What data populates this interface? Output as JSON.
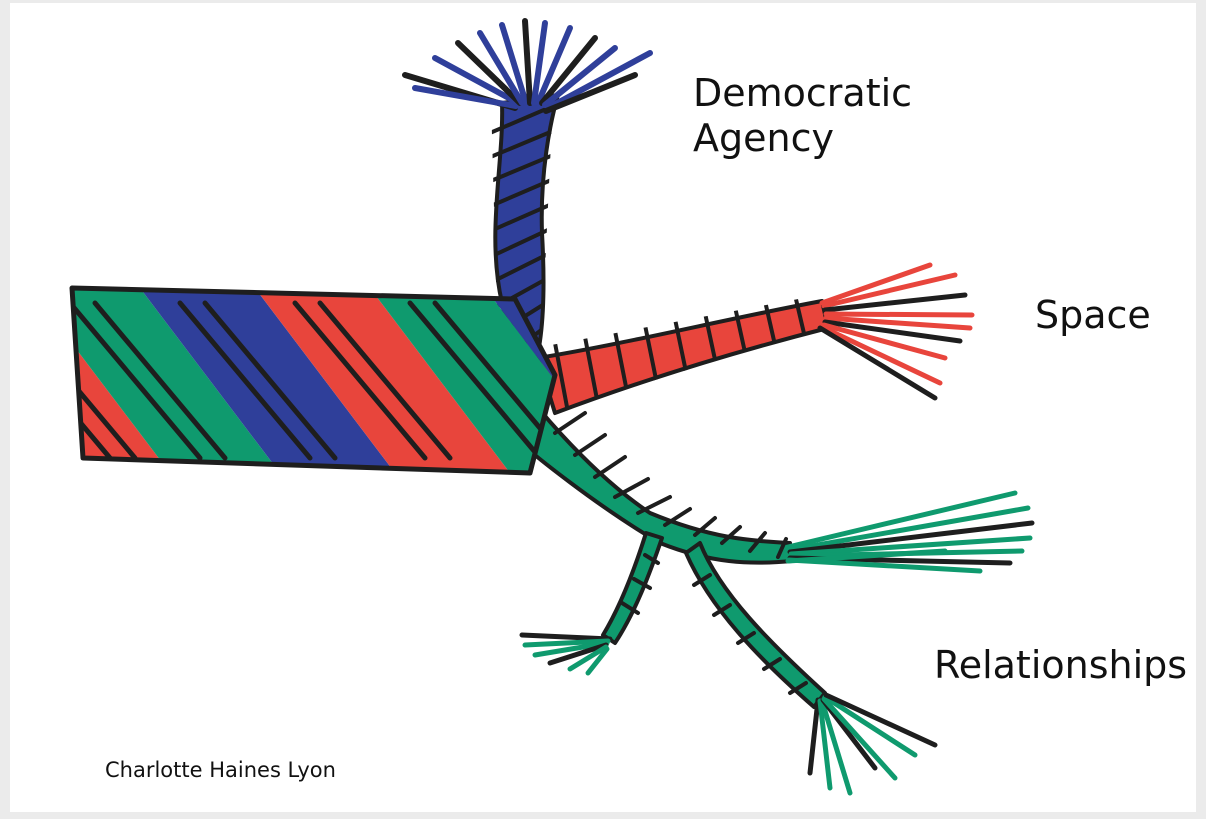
{
  "labels": {
    "democratic_agency": "Democratic\nAgency",
    "space": "Space",
    "relationships": "Relationships"
  },
  "credit": "Charlotte Haines Lyon",
  "colors": {
    "blue": "#2f3f9a",
    "red": "#e8453c",
    "green": "#0f9a6e",
    "outline": "#1e1e1e",
    "background": "#ffffff"
  }
}
